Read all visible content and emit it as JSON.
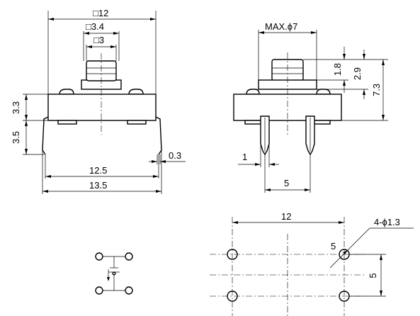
{
  "front_view": {
    "width_top": "□12",
    "plunger_outer": "□3.4",
    "plunger_inner": "□3",
    "body_height": "3.3",
    "leg_height": "3.5",
    "leg_thickness": "0.3",
    "leg_span_inner": "12.5",
    "leg_span_outer": "13.5"
  },
  "side_view": {
    "plunger_diameter": "MAX.ϕ7",
    "plunger_height": "1.8",
    "cap_height": "2.9",
    "total_height": "7.3",
    "pin_width": "1",
    "pin_pitch": "5"
  },
  "pcb_layout": {
    "pitch_x": "12",
    "hole_label": "4-ϕ1.3",
    "pitch_y_small": "5",
    "pitch_y": "5"
  }
}
